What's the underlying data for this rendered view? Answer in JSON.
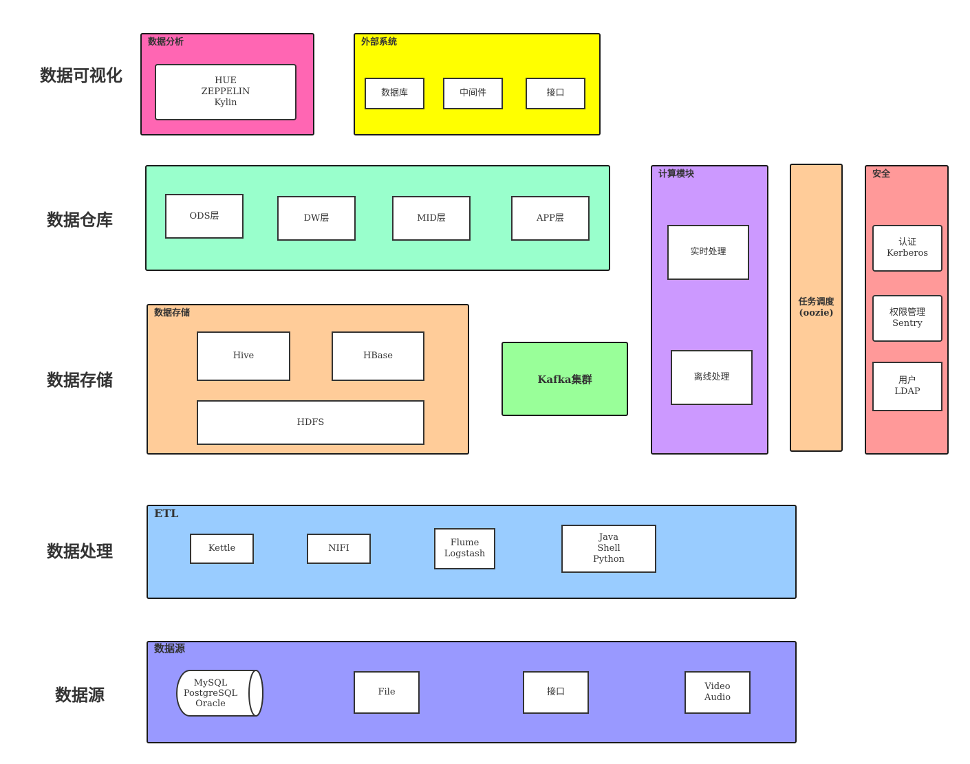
{
  "layers": {
    "visualization": "数据可视化",
    "warehouse": "数据仓库",
    "storage": "数据存储",
    "processing": "数据处理",
    "source": "数据源"
  },
  "analysis": {
    "title": "数据分析",
    "tools": [
      "HUE",
      "ZEPPELIN",
      "Kylin"
    ]
  },
  "external": {
    "title": "外部系统",
    "items": [
      "数据库",
      "中间件",
      "接口"
    ]
  },
  "warehouse_group": {
    "items": [
      "ODS层",
      "DW层",
      "MID层",
      "APP层"
    ]
  },
  "compute": {
    "title": "计算模块",
    "realtime": "实时处理",
    "offline": "离线处理"
  },
  "scheduler": {
    "lines": [
      "任务调度",
      "(oozie)"
    ]
  },
  "security": {
    "title": "安全",
    "auth": [
      "认证",
      "Kerberos"
    ],
    "permission": [
      "权限管理",
      "Sentry"
    ],
    "user": [
      "用户",
      "LDAP"
    ]
  },
  "storage_group": {
    "title": "数据存储",
    "hive": "Hive",
    "hbase": "HBase",
    "hdfs": "HDFS"
  },
  "kafka": {
    "label": "Kafka集群"
  },
  "etl": {
    "title": "ETL",
    "kettle": "Kettle",
    "nifi": "NIFI",
    "flume": [
      "Flume",
      "Logstash"
    ],
    "scripts": [
      "Java",
      "Shell",
      "Python"
    ]
  },
  "datasource": {
    "title": "数据源",
    "databases": [
      "MySQL",
      "PostgreSQL",
      "Oracle"
    ],
    "file": "File",
    "api": "接口",
    "media": [
      "Video",
      "Audio"
    ]
  },
  "colors": {
    "analysis": "#ff66b3",
    "external": "#ffff00",
    "warehouse": "#99ffcc",
    "compute": "#cc99ff",
    "scheduler": "#ffcc99",
    "security": "#ff9999",
    "storage": "#ffcc99",
    "kafka": "#99ff99",
    "etl": "#99ccff",
    "datasource": "#9999ff"
  }
}
